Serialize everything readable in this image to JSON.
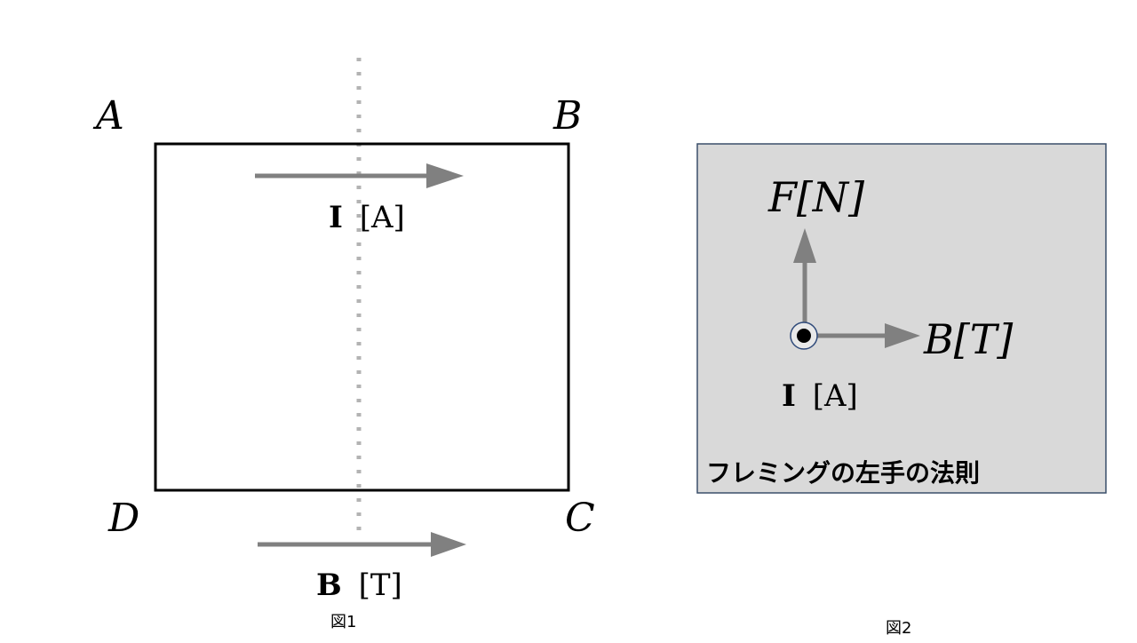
{
  "figure1": {
    "corners": {
      "a": "A",
      "b": "B",
      "c": "C",
      "d": "D"
    },
    "current_label": {
      "symbol": "I",
      "unit": "[A]"
    },
    "field_label": {
      "symbol": "B",
      "unit": "[T]"
    },
    "caption": "図1"
  },
  "figure2": {
    "force_label": "F[N]",
    "field_label": "B[T]",
    "current_label": {
      "symbol": "I",
      "unit": "[A]"
    },
    "title": "フレミングの左手の法則",
    "caption": "図2"
  },
  "colors": {
    "arrow": "#808080",
    "dotted_axis": "#b3b3b3",
    "panel_bg": "#d9d9d9",
    "panel_border": "#3a4f6a",
    "circle_outline": "#2f4a7a"
  }
}
